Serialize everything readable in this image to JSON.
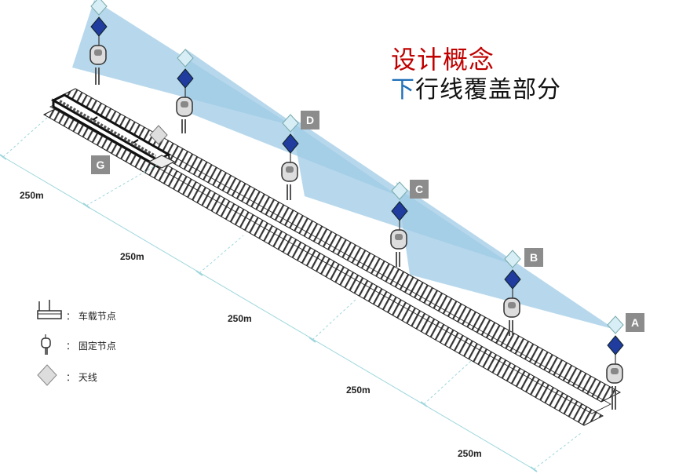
{
  "title": {
    "line1": "设计概念",
    "line2_highlight": "下",
    "line2_rest": "行线覆盖部分"
  },
  "stations": [
    "A",
    "B",
    "C",
    "D"
  ],
  "train_label": "G",
  "distances": [
    "250m",
    "250m",
    "250m",
    "250m",
    "250m"
  ],
  "legend": [
    {
      "icon": "vehicle-node-icon",
      "label": "：  车载节点"
    },
    {
      "icon": "fixed-node-icon",
      "label": "：  固定节点"
    },
    {
      "icon": "antenna-icon",
      "label": "：  天线"
    }
  ],
  "colors": {
    "beam": "#9fcbe6",
    "antenna_dark": "#1f3c9e",
    "antenna_light": "#d8eef7",
    "title_red": "#c00000",
    "title_blue": "#1f6fb8",
    "label_bg": "#8c8c8c",
    "dim_line": "#9dd6dc"
  }
}
